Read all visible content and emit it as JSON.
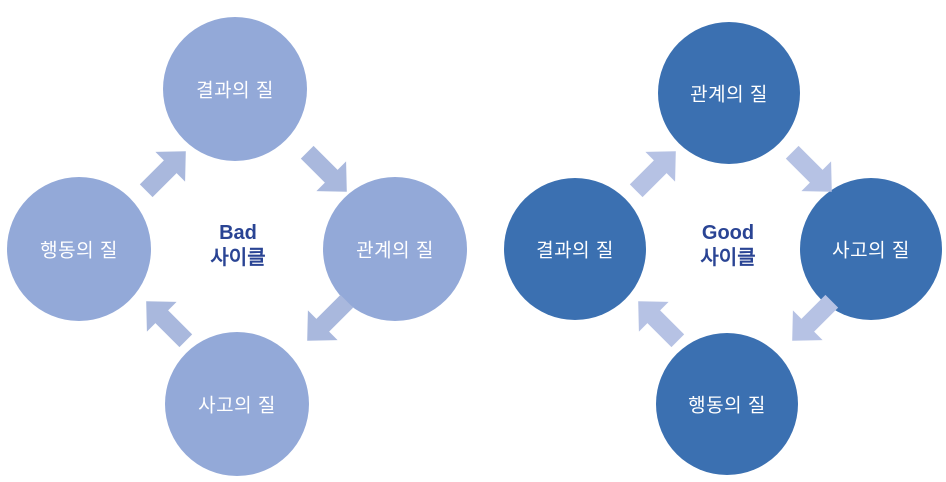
{
  "colors": {
    "background": "#ffffff",
    "bad_circle_fill": "#93a9d8",
    "bad_arrow_fill": "#a9b8dd",
    "good_circle_fill": "#3b70b1",
    "good_arrow_fill": "#b6c2e4",
    "center_label_text": "#2a4494",
    "node_label_text": "#ffffff"
  },
  "icons": {
    "arrow_style": "block-arrow",
    "flow_direction": "clockwise"
  },
  "diagrams": [
    {
      "id": "bad-cycle",
      "center_line1": "Bad",
      "center_line2": "사이클",
      "nodes": {
        "top": "결과의 질",
        "right": "관계의 질",
        "bottom": "사고의 질",
        "left": "행동의 질"
      }
    },
    {
      "id": "good-cycle",
      "center_line1": "Good",
      "center_line2": "사이클",
      "nodes": {
        "top": "관계의 질",
        "right": "사고의 질",
        "bottom": "행동의 질",
        "left": "결과의 질"
      }
    }
  ]
}
